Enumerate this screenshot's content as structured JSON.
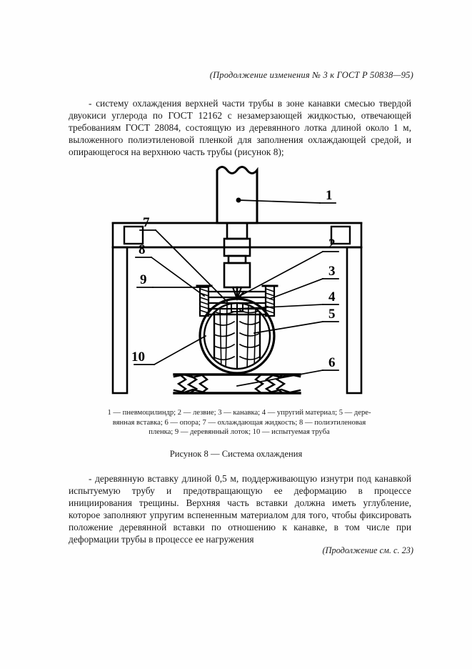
{
  "document": {
    "running_head": "(Продолжение изменения № 3 к ГОСТ Р 50838—95)",
    "footer": "(Продолжение см. с. 23)",
    "paragraph_top": "- систему охлаждения верхней части трубы в зоне канавки смесью твердой двуокиси углерода по ГОСТ 12162 с незамерзающей жидкостью, отвечающей требованиям ГОСТ 28084, состоящую из деревянного лотка длиной около 1 м, выложенного полиэтиленовой пленкой для заполнения охлаждающей средой, и опирающегося на верхнюю часть трубы (рисунок 8);",
    "paragraph_bottom": "- деревянную вставку длиной 0,5 м, поддерживающую изнутри под канавкой испытуемую трубу и предотвращающую ее деформацию в процессе инициирования трещины. Верхняя часть вставки должна иметь углубление, которое заполняют упругим вспененным материалом для того, чтобы фиксировать положение деревянной вставки по отношению к канавке, в том числе при деформации трубы в процессе ее нагружения"
  },
  "figure": {
    "title": "Рисунок 8 — Система охлаждения",
    "legend_line_1": "1 — пневмоцилиндр; 2 — лезвие; 3 — канавка; 4 — упругий  материал; 5 — дере-",
    "legend_line_2": "вянная вставка; 6 — опора; 7 — охлаждающая жидкость; 8 — полиэтиленовая",
    "legend_line_3": "пленка;   9 — деревянный лоток; 10 — испытуемая труба",
    "callouts": [
      {
        "id": "1",
        "label": "1"
      },
      {
        "id": "2",
        "label": "2"
      },
      {
        "id": "3",
        "label": "3"
      },
      {
        "id": "4",
        "label": "4"
      },
      {
        "id": "5",
        "label": "5"
      },
      {
        "id": "6",
        "label": "6"
      },
      {
        "id": "7",
        "label": "7"
      },
      {
        "id": "8",
        "label": "8"
      },
      {
        "id": "9",
        "label": "9"
      },
      {
        "id": "10",
        "label": "10"
      }
    ],
    "parts": [
      {
        "num": "1",
        "name": "пневмоцилиндр"
      },
      {
        "num": "2",
        "name": "лезвие"
      },
      {
        "num": "3",
        "name": "канавка"
      },
      {
        "num": "4",
        "name": "упругий материал"
      },
      {
        "num": "5",
        "name": "деревянная вставка"
      },
      {
        "num": "6",
        "name": "опора"
      },
      {
        "num": "7",
        "name": "охлаждающая жидкость"
      },
      {
        "num": "8",
        "name": "полиэтиленовая пленка"
      },
      {
        "num": "9",
        "name": "деревянный лоток"
      },
      {
        "num": "10",
        "name": "испытуемая труба"
      }
    ],
    "colors": {
      "ink": "#000000",
      "paper": "#fefefe"
    }
  }
}
